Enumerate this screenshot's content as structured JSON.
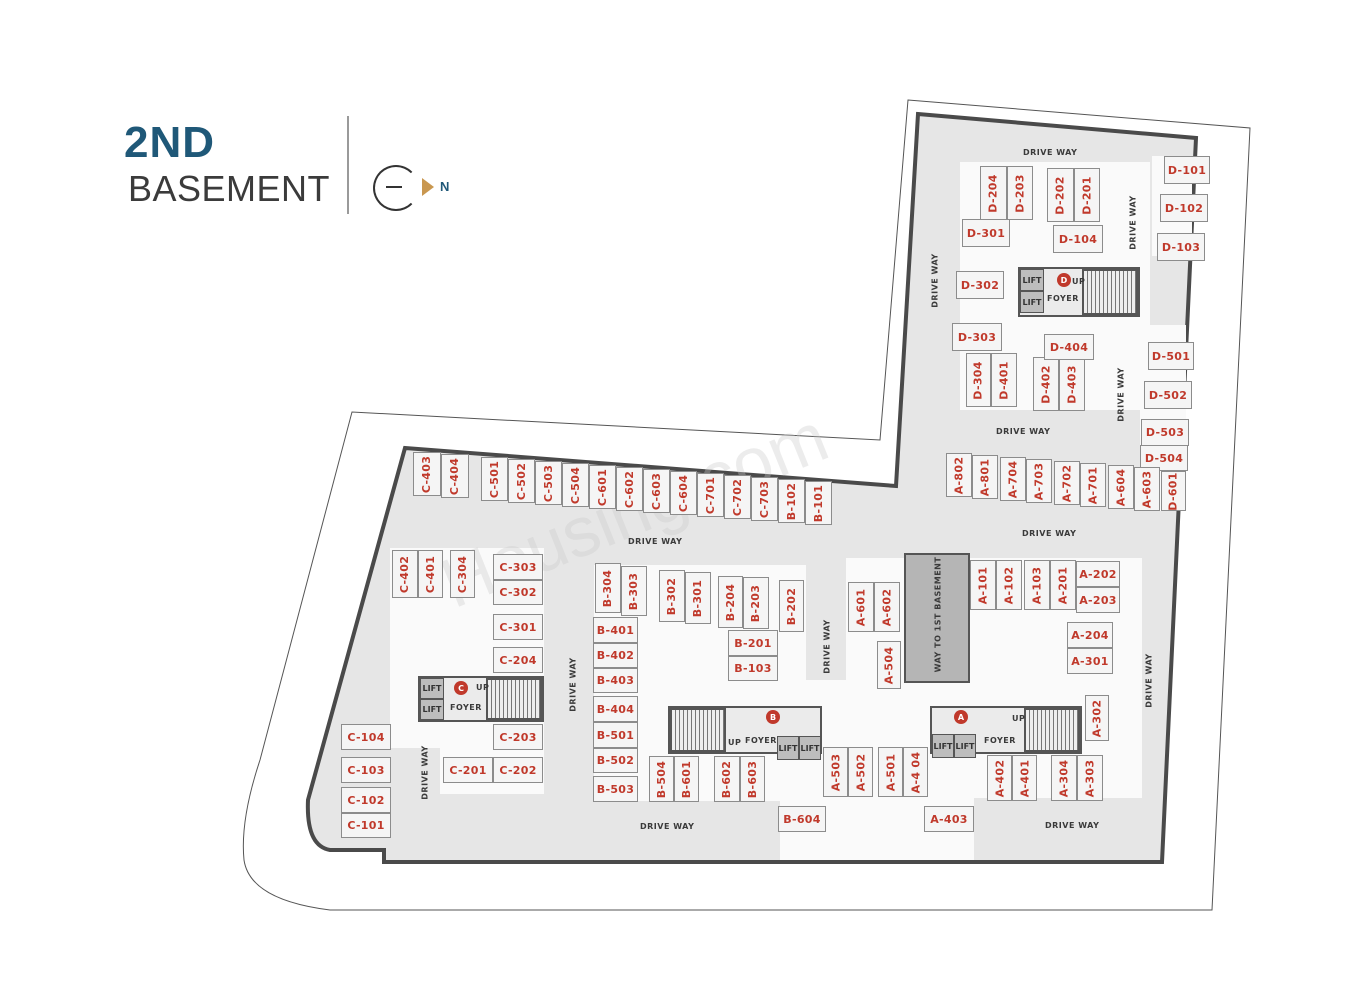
{
  "header": {
    "title_line1": "2ND",
    "title_line2": "BASEMENT",
    "north_label": "N"
  },
  "colors": {
    "title_accent": "#1f5878",
    "slot_text": "#c0392b",
    "driveway_fill": "#e6e6e6",
    "compass_arrow": "#c9974f"
  },
  "watermark": "Housing.com",
  "labels": {
    "drive_way": "DRIVE WAY",
    "lift": "LIFT",
    "foyer": "FOYER",
    "up": "UP",
    "ramp": "WAY TO 1ST BASEMENT"
  },
  "cores": {
    "A": "A",
    "B": "B",
    "C": "C",
    "D": "D"
  },
  "slots": {
    "D": [
      "D-101",
      "D-102",
      "D-103",
      "D-104",
      "D-201",
      "D-202",
      "D-203",
      "D-204",
      "D-301",
      "D-302",
      "D-303",
      "D-304",
      "D-401",
      "D-402",
      "D-403",
      "D-404",
      "D-501",
      "D-502",
      "D-503",
      "D-504",
      "D-601"
    ],
    "A": [
      "A-101",
      "A-102",
      "A-103",
      "A-201",
      "A-202",
      "A-203",
      "A-204",
      "A-301",
      "A-302",
      "A-303",
      "A-304",
      "A-401",
      "A-402",
      "A-403",
      "A-4 04",
      "A-501",
      "A-502",
      "A-503",
      "A-504",
      "A-601",
      "A-602",
      "A-603",
      "A-604",
      "A-701",
      "A-702",
      "A-703",
      "A-704",
      "A-801",
      "A-802"
    ],
    "B": [
      "B-101",
      "B-102",
      "B-103",
      "B-201",
      "B-202",
      "B-203",
      "B-204",
      "B-301",
      "B-302",
      "B-303",
      "B-304",
      "B-401",
      "B-402",
      "B-403",
      "B-404",
      "B-501",
      "B-502",
      "B-503",
      "B-504",
      "B-601",
      "B-602",
      "B-603",
      "B-604"
    ],
    "C": [
      "C-101",
      "C-102",
      "C-103",
      "C-104",
      "C-201",
      "C-202",
      "C-203",
      "C-204",
      "C-301",
      "C-302",
      "C-303",
      "C-304",
      "C-401",
      "C-402",
      "C-403",
      "C-404",
      "C-501",
      "C-502",
      "C-503",
      "C-504",
      "C-601",
      "C-602",
      "C-603",
      "C-604",
      "C-701",
      "C-702",
      "C-703"
    ]
  }
}
